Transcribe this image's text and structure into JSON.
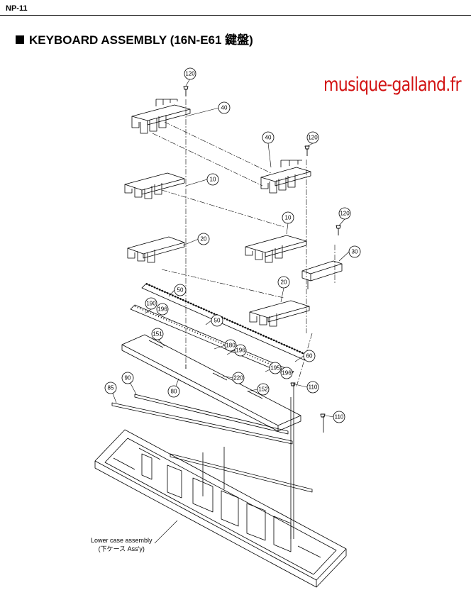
{
  "header": {
    "model": "NP-11",
    "title": "KEYBOARD ASSEMBLY (16N-E61 鍵盤)"
  },
  "watermark": "musique-galland.fr",
  "caption": {
    "line1": "Lower case assembly",
    "line2": "(下ケース Ass'y)"
  },
  "callouts": [
    {
      "label": "120"
    },
    {
      "label": "40"
    },
    {
      "label": "40"
    },
    {
      "label": "120"
    },
    {
      "label": "10"
    },
    {
      "label": "10"
    },
    {
      "label": "120"
    },
    {
      "label": "20"
    },
    {
      "label": "30"
    },
    {
      "label": "50"
    },
    {
      "label": "20"
    },
    {
      "label": "190"
    },
    {
      "label": "196"
    },
    {
      "label": "50"
    },
    {
      "label": "151"
    },
    {
      "label": "180"
    },
    {
      "label": "196"
    },
    {
      "label": "60"
    },
    {
      "label": "195"
    },
    {
      "label": "196"
    },
    {
      "label": "220"
    },
    {
      "label": "110"
    },
    {
      "label": "90"
    },
    {
      "label": "152"
    },
    {
      "label": "85"
    },
    {
      "label": "80"
    },
    {
      "label": "110"
    }
  ]
}
